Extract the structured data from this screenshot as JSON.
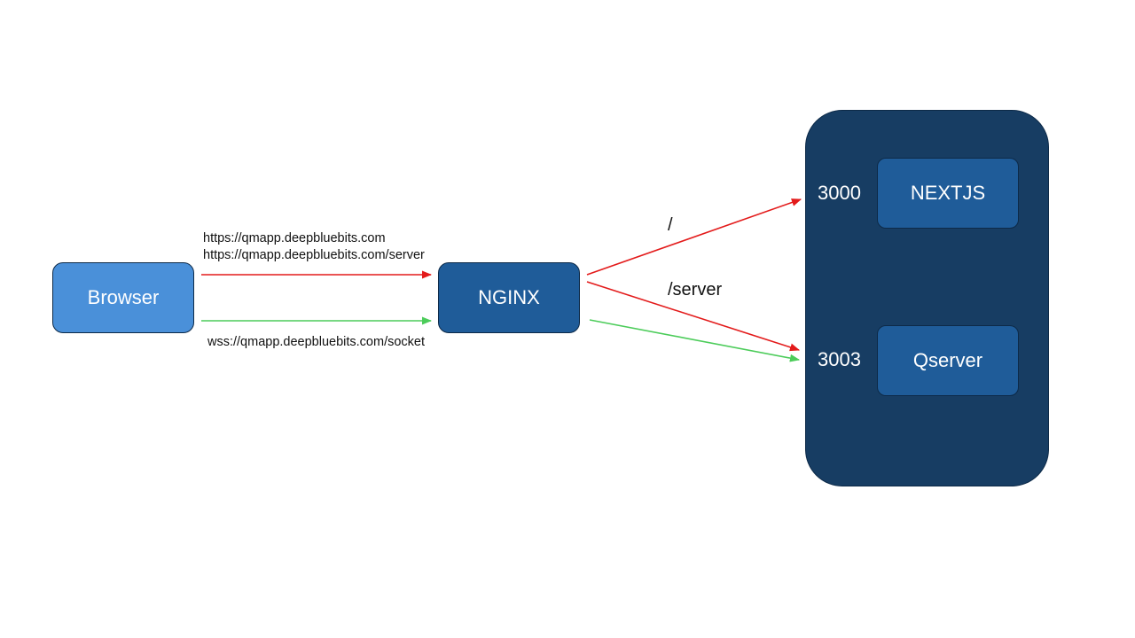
{
  "colors": {
    "browser_fill": "#4a90d9",
    "nginx_fill": "#1f5c99",
    "group_fill": "#173d63",
    "service_fill": "#1f5c99",
    "border": "#0d2a48",
    "http_arrow": "#e31b1b",
    "ws_arrow": "#4ccc5a"
  },
  "nodes": {
    "browser": "Browser",
    "nginx": "NGINX",
    "nextjs": "NEXTJS",
    "qserver": "Qserver"
  },
  "ports": {
    "nextjs": "3000",
    "qserver": "3003"
  },
  "edges": {
    "https_root_url": "https://qmapp.deepbluebits.com",
    "https_server_url": "https://qmapp.deepbluebits.com/server",
    "wss_url": "wss://qmapp.deepbluebits.com/socket",
    "route_root": "/",
    "route_server": "/server"
  }
}
